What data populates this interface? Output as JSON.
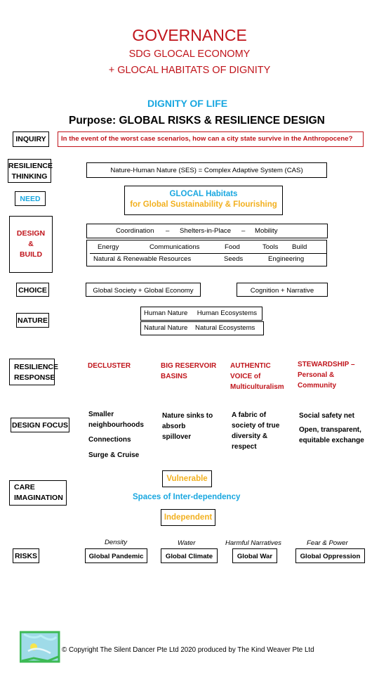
{
  "header": {
    "title": "GOVERNANCE",
    "subtitle1": "SDG GLOCAL ECONOMY",
    "subtitle2": "+ GLOCAL HABITATS OF DIGNITY",
    "dignity": "DIGNITY OF LIFE",
    "purpose": "Purpose: GLOBAL RISKS & RESILIENCE DESIGN"
  },
  "inquiry": {
    "label": "INQUIRY",
    "text": "In the event of the worst case scenarios, how can a city state survive in the Anthropocene?"
  },
  "resilience_thinking": {
    "label_line1": "RESILIENCE",
    "label_line2": "THINKING",
    "text": "Nature-Human Nature (SES) = Complex Adaptive System (CAS)"
  },
  "need": {
    "label": "NEED",
    "line1": "GLOCAL Habitats",
    "line2": "for Global Sustainability & Flourishing"
  },
  "design_build": {
    "label_line1": "DESIGN",
    "label_line2": "&",
    "label_line3": "BUILD",
    "row1": [
      "Coordination",
      "–",
      "Shelters-in-Place",
      "–",
      "Mobility"
    ],
    "row2": [
      "Energy",
      "Communications",
      "Food",
      "Tools",
      "Build"
    ],
    "row3": [
      "Natural & Renewable  Resources",
      "Seeds",
      "Engineering"
    ]
  },
  "choice": {
    "label": "CHOICE",
    "left": "Global Society + Global Economy",
    "right": "Cognition + Narrative"
  },
  "nature": {
    "label": "NATURE",
    "row1": "Human Nature     Human Ecosystems",
    "row2": "Natural Nature    Natural Ecosystems"
  },
  "resilience_response": {
    "label_line1": "RESILIENCE",
    "label_line2": "RESPONSE",
    "items": [
      [
        "DECLUSTER"
      ],
      [
        "BIG RESERVOIR",
        "BASINS"
      ],
      [
        "AUTHENTIC",
        "VOICE of",
        "Multiculturalism"
      ],
      [
        "STEWARDSHIP –",
        "Personal &",
        "Community"
      ]
    ]
  },
  "design_focus": {
    "label": "DESIGN FOCUS",
    "col1": [
      "Smaller",
      "neighbourhoods",
      "",
      "Connections",
      "",
      "Surge & Cruise"
    ],
    "col2": [
      "Nature sinks to",
      "absorb",
      "spillover"
    ],
    "col3": [
      "A fabric of",
      "society of true",
      "diversity &",
      "respect"
    ],
    "col4": [
      "Social safety net",
      "",
      "Open, transparent,",
      "equitable exchange"
    ]
  },
  "care": {
    "label_line1": "CARE",
    "label_line2": "IMAGINATION",
    "vulnerable": "Vulnerable",
    "spaces": "Spaces of Inter-dependency",
    "independent": "Independent"
  },
  "risks": {
    "label": "RISKS",
    "items": [
      {
        "cause": "Density",
        "risk": "Global Pandemic"
      },
      {
        "cause": "Water",
        "risk": "Global Climate"
      },
      {
        "cause": "Harmful Narratives",
        "risk": "Global War"
      },
      {
        "cause": "Fear & Power",
        "risk": "Global Oppression"
      }
    ]
  },
  "footer": {
    "copyright": "© Copyright The Silent Dancer Pte Ltd 2020 produced by The Kind Weaver Pte Ltd"
  },
  "colors": {
    "red": "#c0141b",
    "blue": "#19a7e0",
    "orange": "#f2b01e"
  }
}
